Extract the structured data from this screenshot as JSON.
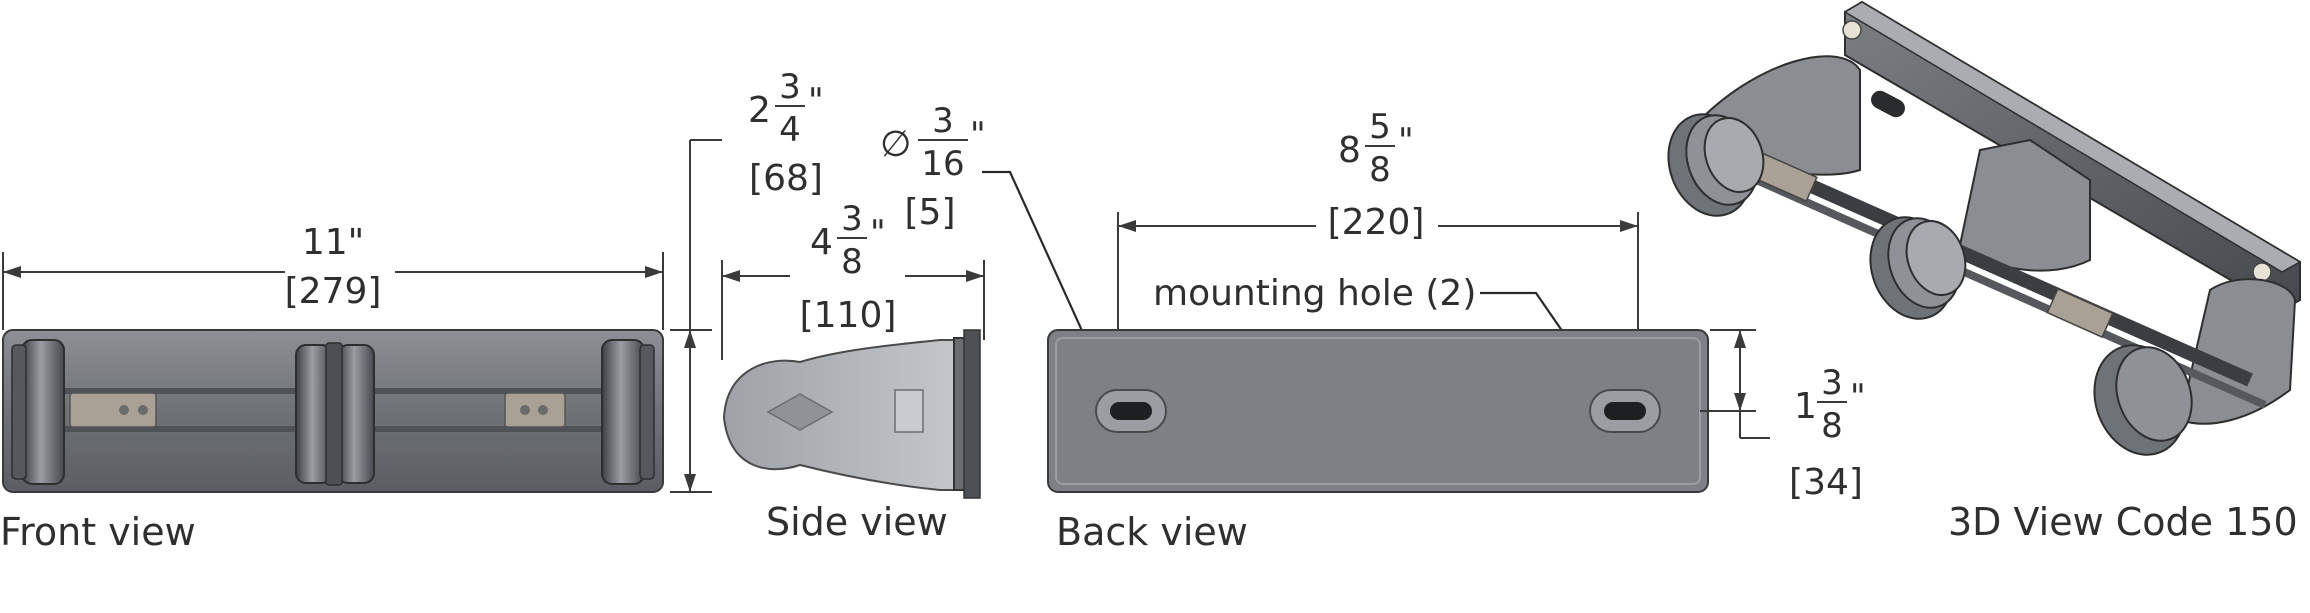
{
  "views": {
    "front": {
      "caption": "Front view"
    },
    "side": {
      "caption": "Side view"
    },
    "back": {
      "caption": "Back view"
    },
    "iso": {
      "caption": "3D View Code 150"
    }
  },
  "dimensions": {
    "width": {
      "inches": "11\"",
      "mm": "[279]"
    },
    "height": {
      "whole": "2",
      "num": "3",
      "den": "4",
      "unit": "\"",
      "mm": "[68]"
    },
    "depth": {
      "whole": "4",
      "num": "3",
      "den": "8",
      "unit": "\"",
      "mm": "[110]"
    },
    "hole_diameter": {
      "symbol": "∅",
      "num": "3",
      "den": "16",
      "unit": "\"",
      "mm": "[5]"
    },
    "hole_spacing": {
      "whole": "8",
      "num": "5",
      "den": "8",
      "unit": "\"",
      "mm": "[220]"
    },
    "hole_offset": {
      "whole": "1",
      "num": "3",
      "den": "8",
      "unit": "\"",
      "mm": "[34]"
    }
  },
  "annotations": {
    "mounting_hole": "mounting hole (2)"
  },
  "colors": {
    "body_dark": "#5f6368",
    "body_mid": "#858a8f",
    "body_light": "#b8bcc0",
    "bracket": "#a9a195",
    "line": "#3a3a3a"
  }
}
